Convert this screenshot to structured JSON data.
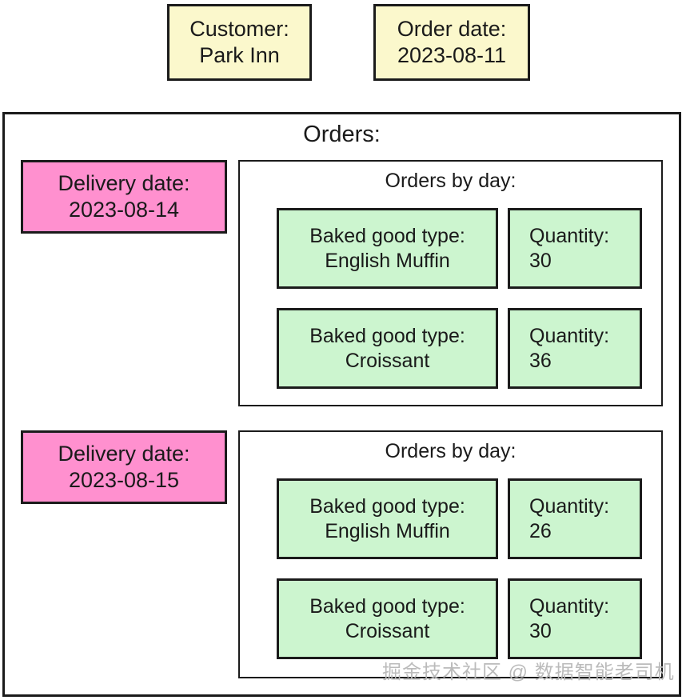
{
  "header": {
    "fields": [
      {
        "label": "Customer:",
        "value": "Park Inn",
        "name": "customer"
      },
      {
        "label": "Order date:",
        "value": "2023-08-11",
        "name": "order-date"
      }
    ]
  },
  "orders": {
    "title": "Orders:",
    "groups": [
      {
        "delivery_label": "Delivery date:",
        "delivery_value": "2023-08-14",
        "day_title": "Orders by day:",
        "items": [
          {
            "type_label": "Baked good type:",
            "type_value": "English Muffin",
            "qty_label": "Quantity:",
            "qty_value": "30"
          },
          {
            "type_label": "Baked good type:",
            "type_value": "Croissant",
            "qty_label": "Quantity:",
            "qty_value": "36"
          }
        ]
      },
      {
        "delivery_label": "Delivery date:",
        "delivery_value": "2023-08-15",
        "day_title": "Orders by day:",
        "items": [
          {
            "type_label": "Baked good type:",
            "type_value": "English Muffin",
            "qty_label": "Quantity:",
            "qty_value": "26"
          },
          {
            "type_label": "Baked good type:",
            "type_value": "Croissant",
            "qty_label": "Quantity:",
            "qty_value": "30"
          }
        ]
      }
    ]
  },
  "watermark": {
    "text": "掘金技术社区 @ 数据智能老司机"
  },
  "colors": {
    "header_box_fill": "#fbf8cc",
    "delivery_box_fill": "#ff90cf",
    "item_box_fill": "#ccf5cf",
    "stroke": "#1b1b1b",
    "background": "#ffffff",
    "watermark": "#b8b8b8"
  }
}
